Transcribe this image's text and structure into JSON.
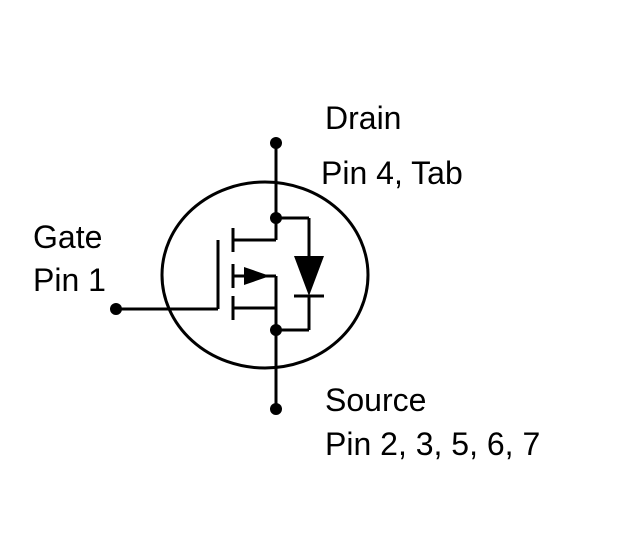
{
  "labels": {
    "drain": "Drain",
    "drain_pins": "Pin 4, Tab",
    "gate": "Gate",
    "gate_pins": "Pin 1",
    "source": "Source",
    "source_pins": "Pin 2, 3, 5, 6, 7"
  },
  "colors": {
    "stroke": "#000000",
    "background": "#ffffff"
  }
}
